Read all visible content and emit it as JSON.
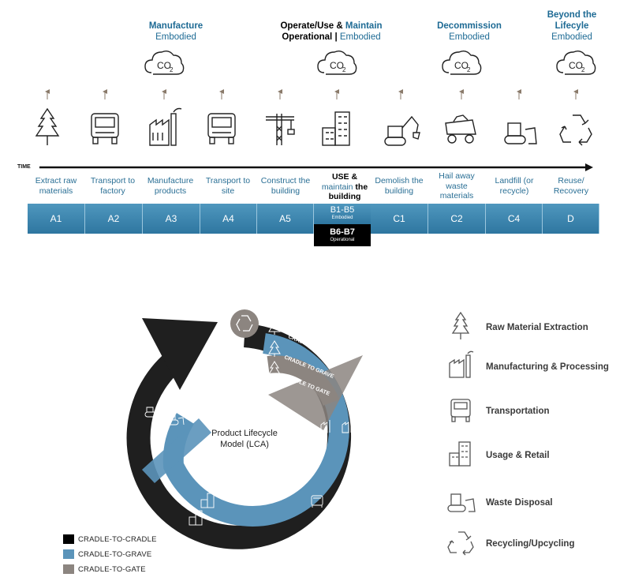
{
  "headers": {
    "manufacture": {
      "title": "Manufacture",
      "sub": "Embodied"
    },
    "operate": {
      "title_a": "Operate/Use & ",
      "title_b": "Maintain",
      "line2_a": "Operational",
      "line2_sep": " | ",
      "line2_b": "Embodied"
    },
    "decommission": {
      "title": "Decommission",
      "sub": "Embodied"
    },
    "beyond": {
      "title_1": "Beyond the",
      "title_2": "Lifecyle",
      "sub": "Embodied"
    }
  },
  "co2": {
    "base": "CO",
    "sub": "2"
  },
  "timeline": {
    "label": "TIME"
  },
  "stages": [
    {
      "label_1": "Extract raw",
      "label_2": "materials",
      "code": "A1"
    },
    {
      "label_1": "Transport to",
      "label_2": "factory",
      "code": "A2"
    },
    {
      "label_1": "Manufacture",
      "label_2": "products",
      "code": "A3"
    },
    {
      "label_1": "Transport to",
      "label_2": "site",
      "code": "A4"
    },
    {
      "label_1": "Construct the",
      "label_2": "building",
      "code": "A5"
    },
    {
      "label_1": "Demolish the",
      "label_2": "building",
      "code": "C1"
    },
    {
      "label_1": "Hail away",
      "label_2": "waste",
      "label_3": "materials",
      "code": "C2"
    },
    {
      "label_1": "Landfill (or",
      "label_2": "recycle)",
      "code": "C4"
    },
    {
      "label_1": "Reuse/",
      "label_2": "Recovery",
      "code": "D"
    }
  ],
  "use_stage": {
    "label_a": "USE &",
    "label_b": "maintain",
    "label_c": " the",
    "label_d": "building",
    "b1": "B1-B5",
    "b1_sub": "Embodied",
    "b6": "B6-B7",
    "b6_sub": "Operational"
  },
  "lca": {
    "center_1": "Product Lifecycle",
    "center_2": "Model (LCA)",
    "band_cradle": "CRADLE TO CRADLE",
    "band_grave": "CRADLE TO GRAVE",
    "band_gate": "CRADLE TO GATE",
    "colors": {
      "cradle_to_cradle": "#1f1f1f",
      "cradle_to_grave": "#5b94ba",
      "cradle_to_gate": "#8c8580"
    }
  },
  "legend": [
    {
      "label": "CRADLE-TO-CRADLE",
      "color": "#000000"
    },
    {
      "label": "CRADLE-TO-GRAVE",
      "color": "#5b94ba"
    },
    {
      "label": "CRADLE-TO-GATE",
      "color": "#8c8580"
    }
  ],
  "side_legend": [
    {
      "label": "Raw Material Extraction",
      "icon": "tree-icon"
    },
    {
      "label": "Manufacturing & Processing",
      "icon": "factory-icon"
    },
    {
      "label": "Transportation",
      "icon": "truck-icon"
    },
    {
      "label": "Usage & Retail",
      "icon": "buildings-icon"
    },
    {
      "label": "Waste Disposal",
      "icon": "bulldozer-icon"
    },
    {
      "label": "Recycling/Upcycling",
      "icon": "recycle-icon"
    }
  ]
}
